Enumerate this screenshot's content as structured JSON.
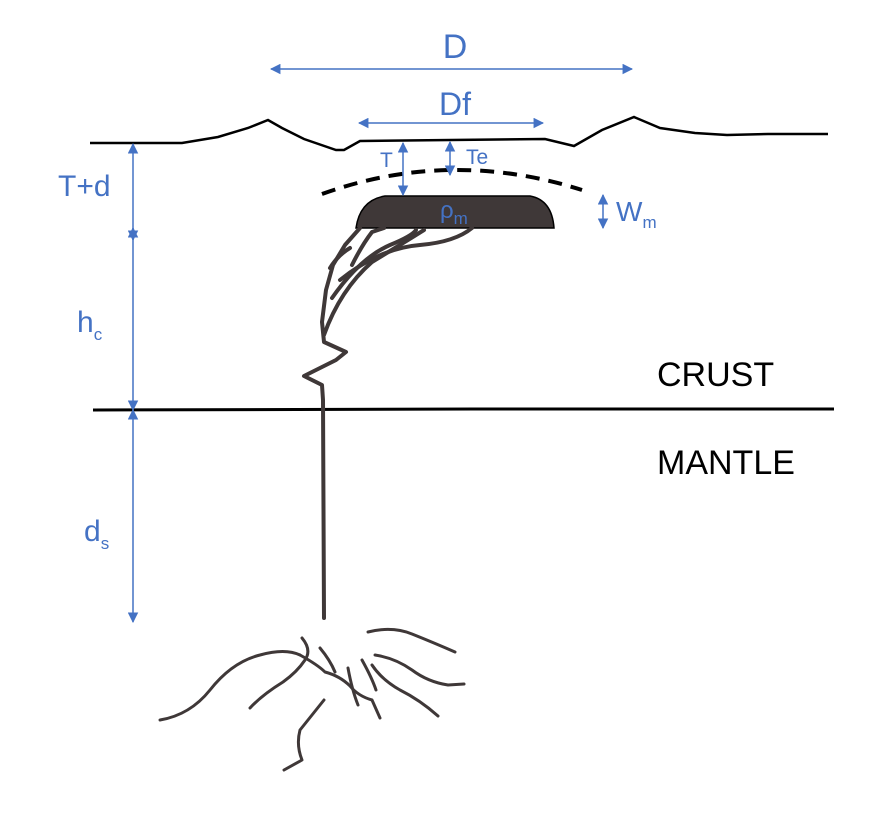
{
  "labels": {
    "D": "D",
    "Df": "Df",
    "T": "T",
    "Te": "Te",
    "rho_base": "ρ",
    "rho_sub": "m",
    "W_base": "W",
    "W_sub": "m",
    "T_plus_d": "T+d",
    "h_base": "h",
    "h_sub": "c",
    "d_base": "d",
    "d_sub": "s",
    "crust": "CRUST",
    "mantle": "MANTLE"
  },
  "colors": {
    "dimension": "#4472C4",
    "line": "#000000",
    "magma": "#3f3838",
    "text": "#000000"
  }
}
